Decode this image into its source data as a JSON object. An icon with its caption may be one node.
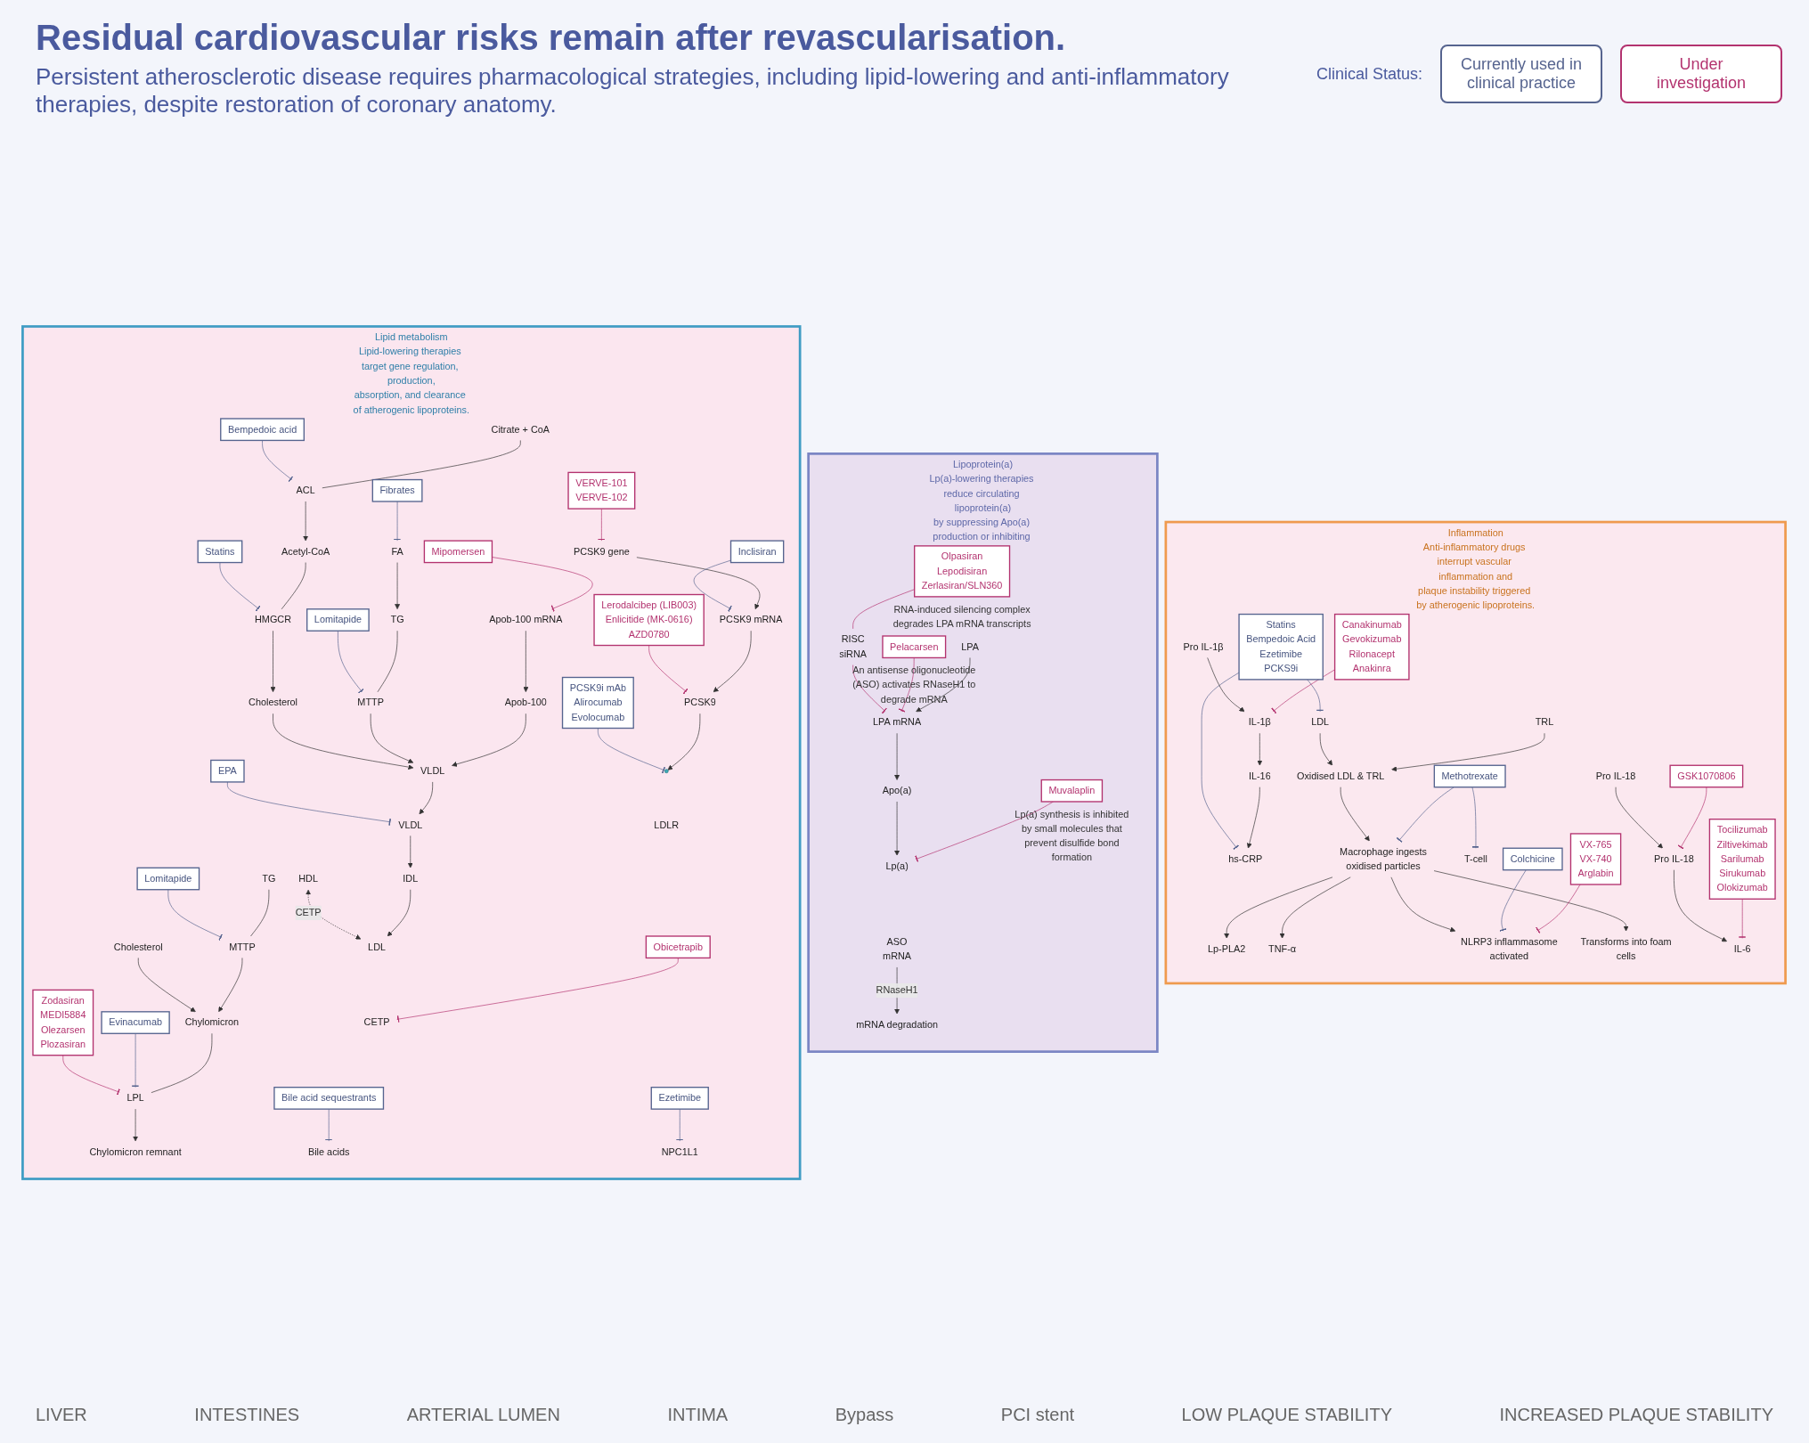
{
  "diagram": {
    "title": "Residual cardiovascular risks remain after revascularisation.",
    "nodes": [
      {
        "text": [
          "Lipid metabolism",
          "Lipid-lowering therapies target gene regulation, production, absorption, and clearance of atherogenic lipoproteins."
        ]
      },
      {
        "text": [
          "VERVE-101",
          "VERVE-102"
        ],
        "in": 0
      },
      {
        "text": [
          "PCSK9 gene"
        ],
        "in": 0
      },
      {
        "text": [
          "PCSK9 mRNA"
        ],
        "in": 0
      },
      {
        "text": [
          "Inclisiran"
        ],
        "in": 0
      },
      {
        "text": [
          "Lerodalcibep (LIB003)",
          "Enlicitide (MK-0616)",
          "AZD0780"
        ],
        "in": 0
      },
      {
        "text": [
          "PCSK9"
        ],
        "in": 0
      },
      {
        "text": [
          "Apob-100 mRNA"
        ],
        "in": 0
      },
      {
        "text": [
          "Mipomersen"
        ],
        "in": 0
      },
      {
        "text": [
          "Apob-100"
        ],
        "in": 0
      },
      {
        "text": [
          "FA"
        ],
        "in": 0
      },
      {
        "text": [
          "Fibrates"
        ],
        "in": 0
      },
      {
        "text": [
          "TG"
        ],
        "in": 0
      },
      {
        "text": [
          "MTTP"
        ],
        "in": 0
      },
      {
        "text": [
          "Lomitapide"
        ],
        "in": 0
      },
      {
        "text": [
          "Citrate + CoA"
        ],
        "in": 0
      },
      {
        "text": [
          "Bempedoic acid"
        ],
        "in": 0
      },
      {
        "text": [
          "ACL"
        ],
        "in": 0
      },
      {
        "text": [
          "Acetyl-CoA"
        ],
        "in": 0
      },
      {
        "text": [
          "HMGCR"
        ],
        "in": 0
      },
      {
        "text": [
          "Statins"
        ],
        "in": 0
      },
      {
        "text": [
          "Cholesterol"
        ],
        "in": 0
      },
      {
        "text": [
          "VLDL"
        ],
        "in": 0
      },
      {
        "text": [
          "EPA"
        ],
        "in": 0
      },
      {
        "text": [
          "LDLR"
        ],
        "in": 0
      },
      {
        "text": [
          "PCSK9i mAb",
          "Alirocumab",
          "Evolocumab"
        ],
        "in": 0
      },
      {
        "text": [],
        "shape": "circle",
        "in": 0
      },
      {
        "text": [
          "VLDL"
        ],
        "in": 0
      },
      {
        "text": [
          "IDL"
        ],
        "in": 0
      },
      {
        "text": [
          "LDL"
        ],
        "in": 0
      },
      {
        "text": [
          "HDL"
        ],
        "in": 0
      },
      {
        "text": [
          "CETP"
        ],
        "in": 0
      },
      {
        "text": [
          "Obicetrapib"
        ],
        "in": 0
      },
      {
        "text": [
          "Chylomicron remnant"
        ],
        "in": 0
      },
      {
        "text": [
          "LPL"
        ],
        "in": 0
      },
      {
        "text": [
          "Chylomicron"
        ],
        "in": 0
      },
      {
        "text": [
          "Evinacumab"
        ],
        "in": 0
      },
      {
        "text": [
          "Zodasiran",
          "MEDI5884",
          "Olezarsen",
          "Plozasiran"
        ],
        "in": 0
      },
      {
        "text": [
          "MTTP"
        ],
        "in": 0
      },
      {
        "text": [
          "Lomitapide"
        ],
        "in": 0
      },
      {
        "text": [
          "Bile acids"
        ],
        "in": 0
      },
      {
        "text": [
          "Bile acid sequestrants"
        ],
        "in": 0
      },
      {
        "text": [
          "NPC1L1"
        ],
        "in": 0
      },
      {
        "text": [
          "Ezetimibe"
        ],
        "in": 0
      },
      {
        "text": [
          "TG"
        ],
        "in": 0
      },
      {
        "text": [
          "Cholesterol"
        ],
        "in": 0
      },
      {
        "text": [
          "Lipoprotein(a)",
          "Lp(a)-lowering therapies reduce circulating lipoprotein(a) by suppressing Apo(a) production or inhibiting Lp(a) assembly."
        ]
      },
      {
        "text": [
          "RISC",
          "siRNA"
        ],
        "in": 46
      },
      {
        "text": [
          "Olpasiran",
          "Lepodisiran",
          "Zerlasiran/SLN360"
        ],
        "beside": [
          "RNA-induced silencing complex degrades LPA mRNA transcripts"
        ],
        "in": 46
      },
      {
        "text": [
          "LPA"
        ],
        "in": 46
      },
      {
        "text": [
          "LPA mRNA"
        ],
        "in": 46
      },
      {
        "text": [
          "Apo(a)"
        ],
        "in": 46
      },
      {
        "text": [
          "Lp(a)"
        ],
        "in": 46
      },
      {
        "text": [
          "Pelacarsen"
        ],
        "beside": [
          "An antisense oligonucleotide (ASO) activates RNaseH1 to degrade mRNA"
        ],
        "in": 46
      },
      {
        "text": [
          "ASO",
          "mRNA"
        ],
        "in": 46
      },
      {
        "text": [
          "mRNA degradation"
        ],
        "in": 46
      },
      {
        "text": [
          "Muvalaplin"
        ],
        "beside": [
          "Lp(a) synthesis is inhibited by small molecules that prevent disulfide bond formation"
        ],
        "in": 46
      },
      {
        "text": [
          "Inflammation",
          "Anti-inflammatory drugs interrupt vascular inflammation and plaque instability triggered by atherogenic lipoproteins."
        ]
      },
      {
        "text": [
          "LDL"
        ],
        "in": 57
      },
      {
        "text": [
          "TRL"
        ],
        "in": 57
      },
      {
        "text": [
          "Statins",
          "Bempedoic Acid",
          "Ezetimibe",
          "PCKS9i"
        ],
        "in": 57
      },
      {
        "text": [
          "hs-CRP"
        ],
        "in": 57
      },
      {
        "text": [
          "Oxidised LDL & TRL"
        ],
        "in": 57
      },
      {
        "text": [
          "Macrophage ingests oxidised particles"
        ],
        "in": 57
      },
      {
        "text": [
          "Lp-PLA2"
        ],
        "in": 57
      },
      {
        "text": [
          "TNF-α"
        ],
        "in": 57
      },
      {
        "text": [
          "T-cell"
        ],
        "in": 57
      },
      {
        "text": [
          "Methotrexate"
        ],
        "in": 57
      },
      {
        "text": [
          "NLRP3 inflammasome activated"
        ],
        "in": 57
      },
      {
        "text": [
          "Pro IL-1β"
        ],
        "in": 57
      },
      {
        "text": [
          "Colchicine"
        ],
        "in": 57
      },
      {
        "text": [
          "Canakinumab",
          "Gevokizumab",
          "Rilonacept",
          "Anakinra"
        ],
        "in": 57
      },
      {
        "text": [
          "IL-1β"
        ],
        "in": 57
      },
      {
        "text": [
          "IL-16"
        ],
        "in": 57
      },
      {
        "text": [
          "Pro IL-18"
        ],
        "in": 57
      },
      {
        "text": [
          "Pro IL-18"
        ],
        "in": 57
      },
      {
        "text": [
          "IL-6"
        ],
        "in": 57
      },
      {
        "text": [
          "VX-765",
          "VX-740",
          "Arglabin"
        ],
        "in": 57
      },
      {
        "text": [
          "GSK1070806"
        ],
        "in": 57
      },
      {
        "text": [
          "Tocilizumab",
          "Ziltivekimab",
          "Sarilumab",
          "Sirukumab",
          "Olokizumab"
        ],
        "in": 57
      },
      {
        "text": [
          "Transforms into foam cells"
        ],
        "in": 57
      }
    ],
    "edges": [
      {
        "from": 1,
        "to": 2,
        "arrow": "other",
        "color": "#b3336f"
      },
      {
        "from": 2,
        "to": 3,
        "arrow": "to"
      },
      {
        "from": 4,
        "to": 3,
        "arrow": "other",
        "color": "#56648f"
      },
      {
        "from": 3,
        "to": 6,
        "arrow": "to"
      },
      {
        "from": 5,
        "to": 6,
        "arrow": "other",
        "color": "#b3336f"
      },
      {
        "from": 7,
        "to": 9,
        "arrow": "to"
      },
      {
        "from": 8,
        "to": 7,
        "arrow": "other",
        "color": "#b3336f"
      },
      {
        "from": 9,
        "to": 22,
        "arrow": "to"
      },
      {
        "from": 10,
        "to": 12,
        "arrow": "to"
      },
      {
        "from": 11,
        "to": 10,
        "arrow": "other",
        "color": "#56648f"
      },
      {
        "from": 12,
        "to": 13,
        "arrow": "none"
      },
      {
        "from": 13,
        "to": 22,
        "arrow": "to"
      },
      {
        "from": 14,
        "to": 13,
        "arrow": "other",
        "color": "#56648f"
      },
      {
        "from": 15,
        "to": 17,
        "arrow": "none"
      },
      {
        "from": 17,
        "to": 18,
        "arrow": "to"
      },
      {
        "from": 16,
        "to": 17,
        "arrow": "other",
        "color": "#56648f"
      },
      {
        "from": 18,
        "to": 19,
        "arrow": "none"
      },
      {
        "from": 19,
        "to": 21,
        "arrow": "to"
      },
      {
        "from": 20,
        "to": 19,
        "arrow": "other",
        "color": "#56648f"
      },
      {
        "from": 21,
        "to": 22,
        "arrow": "to"
      },
      {
        "from": 6,
        "to": 26,
        "arrow": "to"
      },
      {
        "from": 22,
        "to": 27,
        "arrow": "to"
      },
      {
        "from": 23,
        "to": 27,
        "arrow": "other",
        "color": "#56648f"
      },
      {
        "from": 25,
        "to": 26,
        "arrow": "other",
        "color": "#56648f"
      },
      {
        "from": 27,
        "to": 28,
        "arrow": "to"
      },
      {
        "from": 28,
        "to": 29,
        "arrow": "to"
      },
      {
        "from": 30,
        "to": 29,
        "arrow": "both",
        "style": "dashed",
        "label": "CETP"
      },
      {
        "from": 32,
        "to": 31,
        "arrow": "other",
        "color": "#b3336f"
      },
      {
        "from": 35,
        "to": 34,
        "arrow": "none"
      },
      {
        "from": 34,
        "to": 33,
        "arrow": "to"
      },
      {
        "from": 36,
        "to": 34,
        "arrow": "other",
        "color": "#56648f"
      },
      {
        "from": 37,
        "to": 34,
        "arrow": "other",
        "color": "#b3336f"
      },
      {
        "from": 44,
        "to": 38,
        "arrow": "none"
      },
      {
        "from": 38,
        "to": 35,
        "arrow": "to"
      },
      {
        "from": 45,
        "to": 35,
        "arrow": "to"
      },
      {
        "from": 39,
        "to": 38,
        "arrow": "other",
        "color": "#56648f"
      },
      {
        "from": 41,
        "to": 40,
        "arrow": "other",
        "color": "#56648f"
      },
      {
        "from": 43,
        "to": 42,
        "arrow": "other",
        "color": "#56648f"
      },
      {
        "from": 48,
        "to": 47,
        "arrow": "none",
        "color": "#b3336f"
      },
      {
        "from": 47,
        "to": 50,
        "arrow": "other",
        "color": "#b3336f"
      },
      {
        "from": 53,
        "to": 50,
        "arrow": "other",
        "color": "#b3336f"
      },
      {
        "from": 49,
        "to": 50,
        "arrow": "to"
      },
      {
        "from": 50,
        "to": 51,
        "arrow": "to"
      },
      {
        "from": 51,
        "to": 52,
        "arrow": "to"
      },
      {
        "from": 54,
        "to": 55,
        "arrow": "to",
        "label": "RNaseH1"
      },
      {
        "from": 56,
        "to": 52,
        "arrow": "other",
        "color": "#b3336f"
      },
      {
        "from": 60,
        "to": 58,
        "arrow": "other",
        "color": "#56648f"
      },
      {
        "from": 60,
        "to": 61,
        "arrow": "other",
        "color": "#56648f"
      },
      {
        "from": 58,
        "to": 62,
        "arrow": "to"
      },
      {
        "from": 59,
        "to": 62,
        "arrow": "to"
      },
      {
        "from": 62,
        "to": 63,
        "arrow": "to"
      },
      {
        "from": 63,
        "to": 64,
        "arrow": "to"
      },
      {
        "from": 63,
        "to": 65,
        "arrow": "to"
      },
      {
        "from": 63,
        "to": 68,
        "arrow": "to"
      },
      {
        "from": 63,
        "to": 80,
        "arrow": "to"
      },
      {
        "from": 67,
        "to": 66,
        "arrow": "other",
        "color": "#56648f"
      },
      {
        "from": 67,
        "to": 63,
        "arrow": "other",
        "color": "#56648f"
      },
      {
        "from": 69,
        "to": 72,
        "arrow": "to"
      },
      {
        "from": 70,
        "to": 68,
        "arrow": "other",
        "color": "#56648f"
      },
      {
        "from": 71,
        "to": 72,
        "arrow": "other",
        "color": "#b3336f"
      },
      {
        "from": 72,
        "to": 73,
        "arrow": "to"
      },
      {
        "from": 73,
        "to": 61,
        "arrow": "to"
      },
      {
        "from": 74,
        "to": 75,
        "arrow": "to"
      },
      {
        "from": 77,
        "to": 68,
        "arrow": "other",
        "color": "#b3336f"
      },
      {
        "from": 78,
        "to": 75,
        "arrow": "other",
        "color": "#b3336f"
      },
      {
        "from": 75,
        "to": 76,
        "arrow": "to"
      },
      {
        "from": 79,
        "to": 76,
        "arrow": "other",
        "color": "#b3336f"
      }
    ],
    "labels": [
      "Persistent atherosclerotic disease requires pharmacological strategies, including lipid-lowering and anti-inflammatory therapies, despite restoration of coronary anatomy.",
      "Clinical Status:",
      "LIVER",
      "INTESTINES",
      "ARTERIAL LUMEN",
      "INTIMA",
      "Bypass",
      "PCI stent",
      "LOW PLAQUE STABILITY",
      "INCREASED PLAQUE STABILITY"
    ],
    "legend": [
      {
        "text": "Currently used in clinical practice"
      },
      {
        "text": "Under investigation"
      }
    ]
  }
}
